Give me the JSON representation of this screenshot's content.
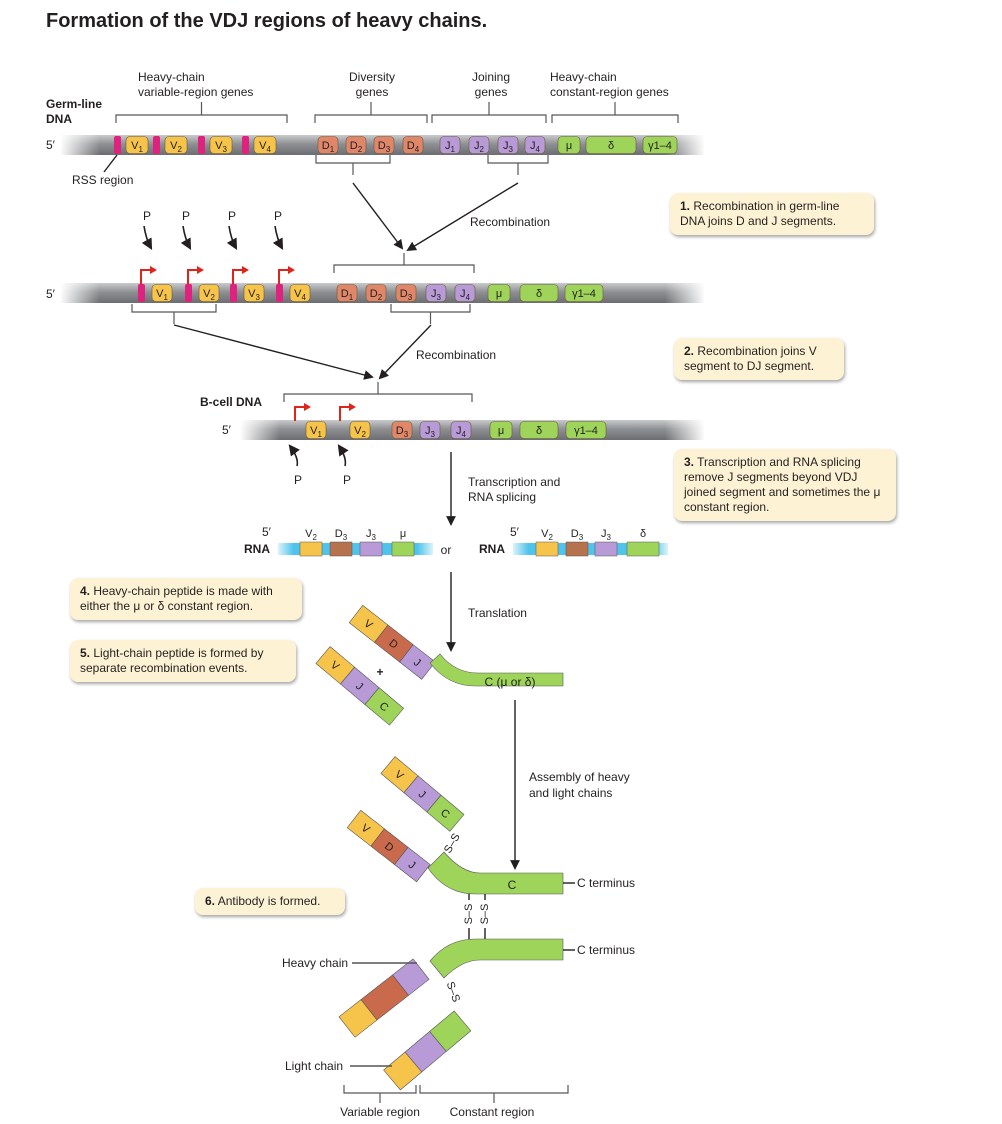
{
  "title": "Formation of the VDJ regions of heavy chains.",
  "labels": {
    "germline_dna": [
      "Germ-line",
      "DNA"
    ],
    "five_prime": "5′",
    "rss_region": "RSS region",
    "heavy_variable": [
      "Heavy-chain",
      "variable-region genes"
    ],
    "diversity": [
      "Diversity",
      "genes"
    ],
    "joining": [
      "Joining",
      "genes"
    ],
    "heavy_constant": [
      "Heavy-chain",
      "constant-region genes"
    ],
    "promoter": "P",
    "recombination": "Recombination",
    "bcell_dna": "B-cell DNA",
    "transcription": [
      "Transcription and",
      "RNA splicing"
    ],
    "rna": "RNA",
    "or": "or",
    "translation": "Translation",
    "assembly": [
      "Assembly of heavy",
      "and light chains"
    ],
    "c_terminus": "C terminus",
    "heavy_chain": "Heavy chain",
    "light_chain": "Light chain",
    "variable_region": "Variable region",
    "constant_region": "Constant region",
    "c_mu_or_delta": "C (μ or δ)",
    "plus": "+",
    "disulfide": "S–S"
  },
  "germline_segments": {
    "v": [
      "V1",
      "V2",
      "V3",
      "V4"
    ],
    "d": [
      "D1",
      "D2",
      "D3",
      "D4"
    ],
    "j": [
      "J1",
      "J2",
      "J3",
      "J4"
    ],
    "c": [
      "μ",
      "δ",
      "γ1–4"
    ]
  },
  "dj_segments": {
    "v": [
      "V1",
      "V2",
      "V3",
      "V4"
    ],
    "dj": [
      "D1",
      "D2",
      "D3",
      "J3",
      "J4"
    ],
    "c": [
      "μ",
      "δ",
      "γ1–4"
    ]
  },
  "bcell_segments": [
    "V1",
    "V2",
    "D3",
    "J3",
    "J4",
    "μ",
    "δ",
    "γ1–4"
  ],
  "rna_left": [
    "V2",
    "D3",
    "J3",
    "μ"
  ],
  "rna_right": [
    "V2",
    "D3",
    "J3",
    "δ"
  ],
  "peptide_labels": {
    "v": "V",
    "d": "D",
    "j": "J",
    "c": "C"
  },
  "notes": [
    {
      "num": "1.",
      "text": "Recombination in germ-line DNA joins D and J segments."
    },
    {
      "num": "2.",
      "text": "Recombination joins V segment to DJ segment."
    },
    {
      "num": "3.",
      "text": "Transcription and RNA splicing remove J segments beyond VDJ joined segment and sometimes the μ constant region."
    },
    {
      "num": "4.",
      "text": "Heavy-chain peptide is made with either the μ or δ constant region."
    },
    {
      "num": "5.",
      "text": "Light-chain peptide is formed by separate recombination events."
    },
    {
      "num": "6.",
      "text": "Antibody is formed."
    }
  ],
  "colors": {
    "v": "#f6c44a",
    "d": "#e0876a",
    "j": "#b79ad6",
    "c": "#9fd45a",
    "rss": "#e0227f",
    "dna": "#8c8e91",
    "promoter_arrow": "#e0241b",
    "note_bg": "#fdf3d4",
    "rna": "#4fc3ec",
    "rna_d": "#b5724d"
  }
}
